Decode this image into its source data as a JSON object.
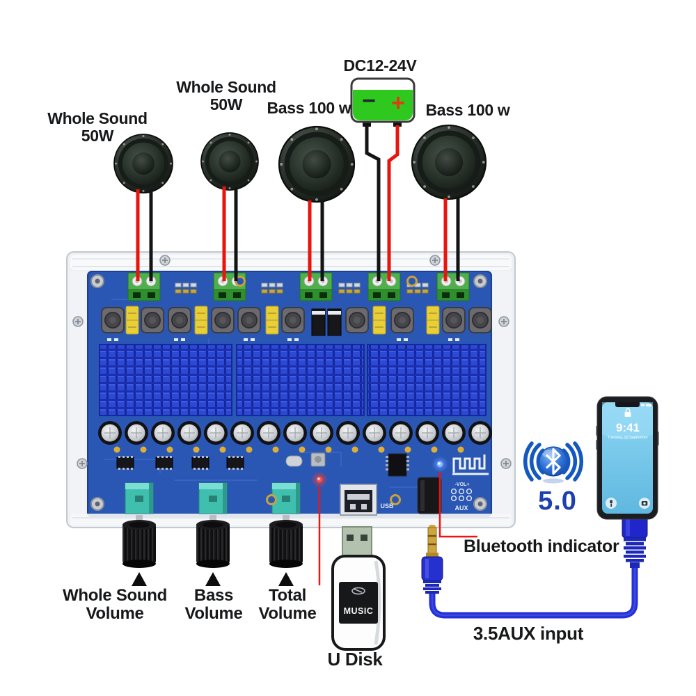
{
  "labels": {
    "speaker1_line1": "Whole Sound",
    "speaker1_line2": "50W",
    "speaker2_line1": "Whole Sound",
    "speaker2_line2": "50W",
    "speaker3": "Bass 100 w",
    "speaker4": "Bass 100 w",
    "power_supply": "DC12-24V",
    "knob1_line1": "Whole Sound",
    "knob1_line2": "Volume",
    "knob2_line1": "Bass",
    "knob2_line2": "Volume",
    "knob3_line1": "Total",
    "knob3_line2": "Volume",
    "u_disk": "U Disk",
    "bluetooth_indicator": "Bluetooth indicator",
    "bluetooth_version": "5.0",
    "aux_input": "3.5AUX input"
  },
  "battery": {
    "minus": "−",
    "plus": "+"
  },
  "board_text": {
    "usb_port": "USB",
    "aux_port": "AUX",
    "volume_header": "-VOL+"
  },
  "usb_drive": {
    "screen_text": "MUSIC"
  },
  "phone": {
    "time": "9:41",
    "date": "Tuesday, 12 September"
  },
  "colors": {
    "pcb_blue": "#2a56b4",
    "heatsink_blue": "#2b49d2",
    "battery_green": "#2ec81e",
    "terminal_green": "#4db04a",
    "wire_red": "#e8150d",
    "wire_black": "#141414",
    "cable_blue": "#2431d6",
    "bluetooth_blue": "#1558be",
    "version_text_blue": "#1d3fb0",
    "pointer_red": "#ef1410",
    "led_red": "#ff3b30",
    "led_blue": "#4d8dff",
    "pot_teal": "#3fbfae"
  }
}
